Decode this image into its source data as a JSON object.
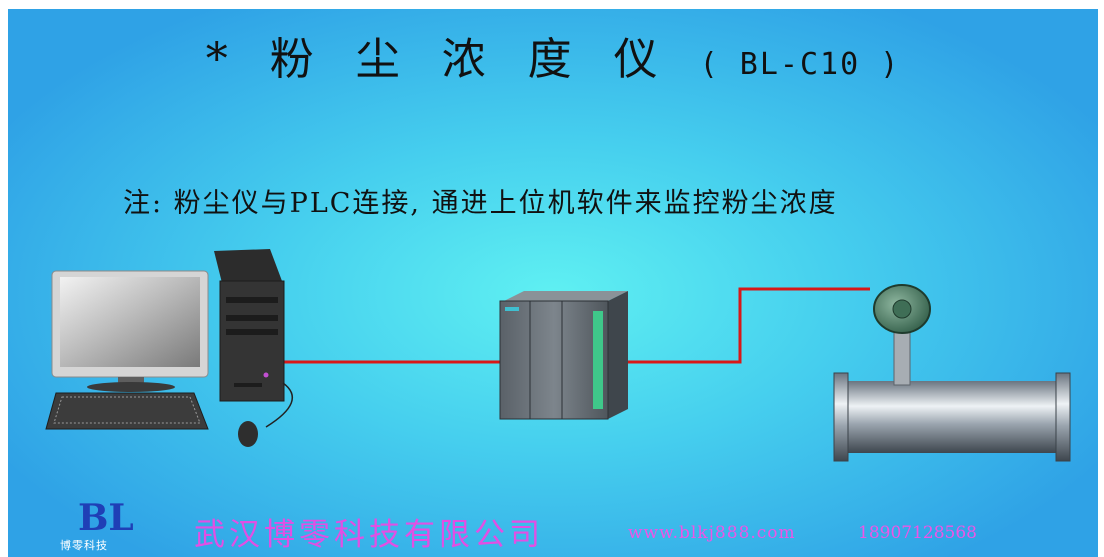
{
  "title": {
    "prefix": "* 粉 尘 浓 度 仪",
    "model": "( BL-C10 )"
  },
  "note": "注: 粉尘仪与PLC连接, 通进上位机软件来监控粉尘浓度",
  "footer": {
    "logo_mark": "BL",
    "logo_text": "博零科技",
    "company": "武汉博零科技有限公司",
    "website": "www.blkj888.com",
    "phone": "18907128568"
  },
  "colors": {
    "cable": "#d81818",
    "company": "#e24fe4",
    "contact": "#ee55e6",
    "background_center": "#5ff0f2",
    "background_edge": "#2fa2e6"
  },
  "icons": [
    "computer-monitor-icon",
    "pc-tower-icon",
    "keyboard-icon",
    "mouse-icon",
    "plc-controller-icon",
    "dust-sensor-icon",
    "pipe-icon"
  ]
}
